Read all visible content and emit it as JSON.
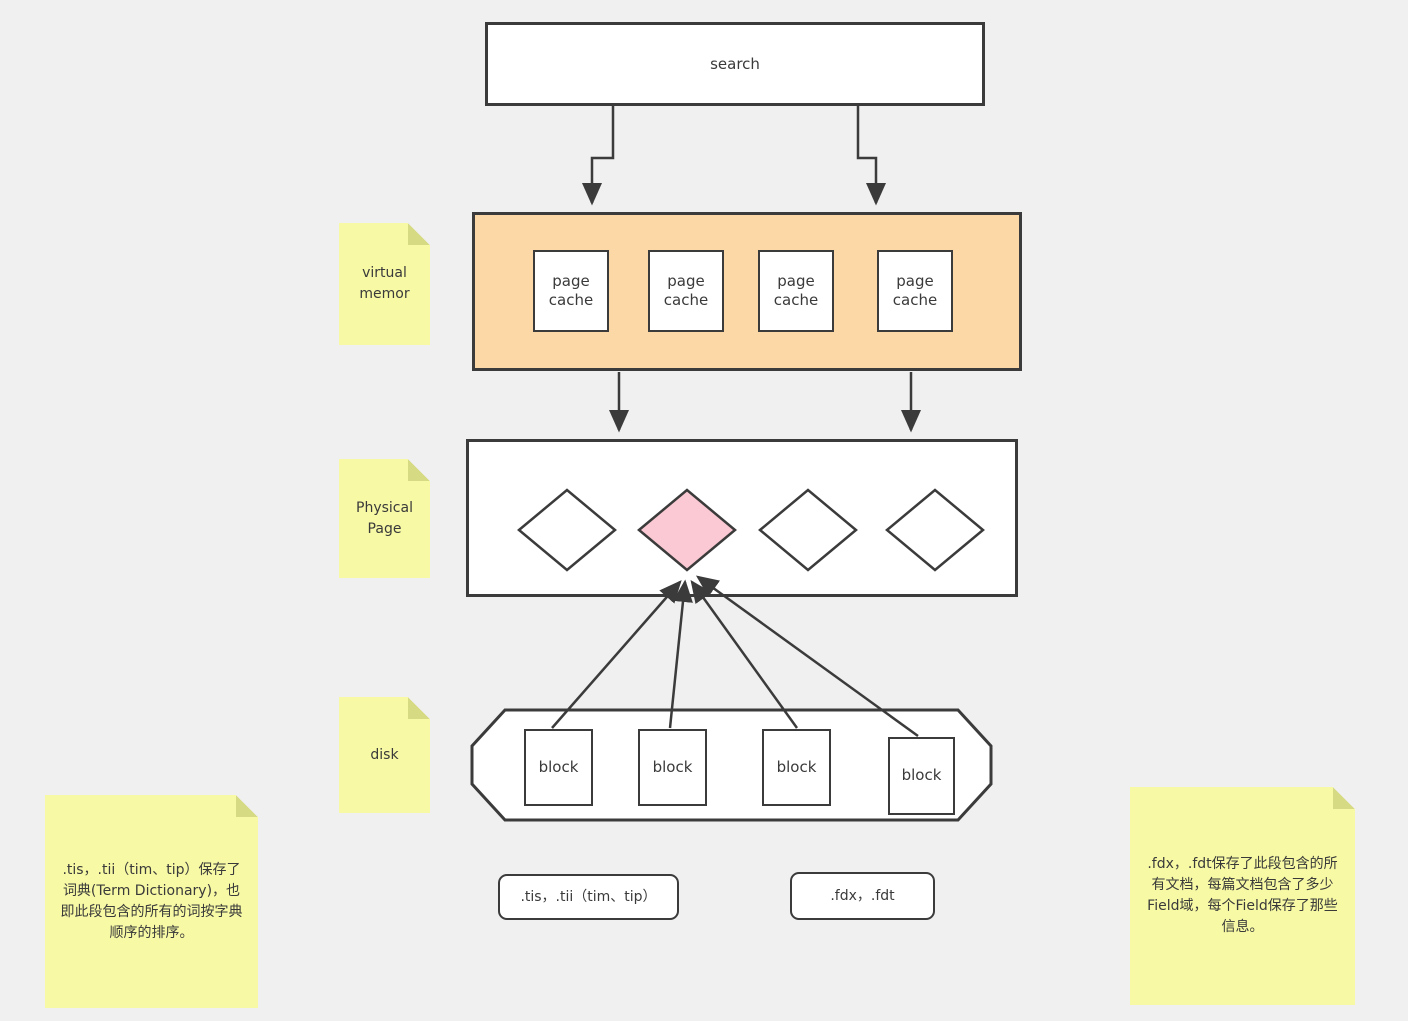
{
  "diagram": {
    "search_label": "search",
    "page_caches": [
      "page cache",
      "page cache",
      "page cache",
      "page cache"
    ],
    "blocks": [
      "block",
      "block",
      "block",
      "block"
    ],
    "file_labels": {
      "term_files": ".tis，.tii（tim、tip）",
      "field_files": ".fdx，.fdt"
    }
  },
  "sticky_notes": {
    "virtual_memory": "virtual memor",
    "physical_page": "Physical Page",
    "disk": "disk",
    "term_dictionary_note": ".tis，.tii（tim、tip）保存了词典(Term Dictionary)，也即此段包含的所有的词按字典顺序的排序。",
    "field_data_note": ".fdx，.fdt保存了此段包含的所有文档，每篇文档包含了多少Field域，每个Field保存了那些信息。"
  },
  "colors": {
    "background": "#f0f0f0",
    "stroke": "#3b3b3b",
    "node_fill": "#ffffff",
    "virtual_memory_fill": "#fcd8a6",
    "highlight_diamond_fill": "#fac9d3",
    "sticky_note_fill": "#f7f9a5",
    "sticky_fold_fill": "#d6da82",
    "text_color": "#3a3a3a"
  }
}
